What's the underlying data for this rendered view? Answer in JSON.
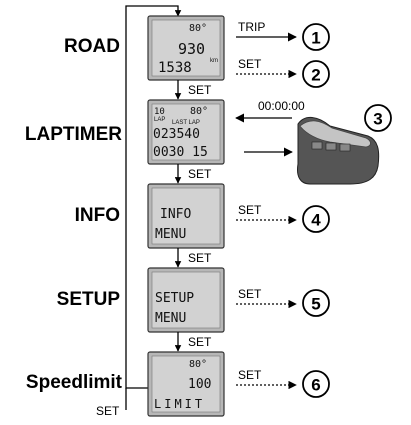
{
  "modes": [
    {
      "label": "ROAD",
      "screen": {
        "top_right": "80°",
        "line1": "930",
        "line2": "1538",
        "line2_suffix": "km"
      },
      "action": "TRIP",
      "number": "1"
    },
    {
      "label": "LAPTIMER",
      "screen": {
        "top_left": "10",
        "top_left_sub": "LAP",
        "top_right": "80°",
        "tiny": "LAST LAP",
        "line1": "023540",
        "line2": "0030 15"
      },
      "number": "3"
    },
    {
      "label": "INFO",
      "screen": {
        "line1": "INFO",
        "line2": "MENU"
      },
      "action": "SET",
      "number": "4"
    },
    {
      "label": "SETUP",
      "screen": {
        "line1": "SETUP",
        "line2": "MENU"
      },
      "action": "SET",
      "number": "5"
    },
    {
      "label": "Speedlimit",
      "screen": {
        "top_right": "80°",
        "line1": "100",
        "line2": "LIMIT"
      },
      "action": "SET",
      "number": "6"
    }
  ],
  "road_set": {
    "action": "SET",
    "number": "2"
  },
  "timer_display": "00:00:00",
  "transition_label": "SET",
  "loop_label": "SET",
  "colors": {
    "lcd": "#c9c9c9",
    "lcd_inner": "#d6d6d6",
    "ink": "#000000"
  }
}
